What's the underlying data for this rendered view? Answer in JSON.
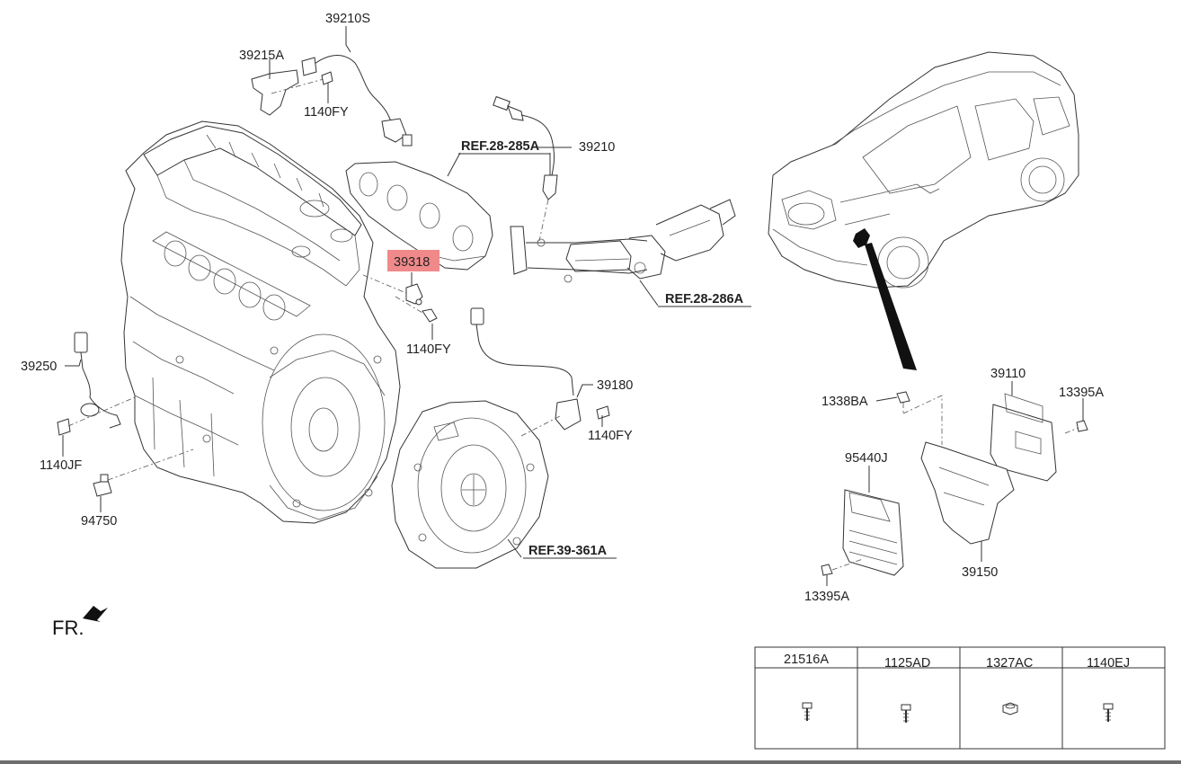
{
  "labels": {
    "p39210S": "39210S",
    "p39215A": "39215A",
    "p1140FY_a": "1140FY",
    "p39210": "39210",
    "p39318": "39318",
    "p1140FY_b": "1140FY",
    "p39250": "39250",
    "p1140JF": "1140JF",
    "p94750": "94750",
    "p39180": "39180",
    "p1140FY_c": "1140FY",
    "p1338BA": "1338BA",
    "p39110": "39110",
    "p13395A_a": "13395A",
    "p95440J": "95440J",
    "p39150": "39150",
    "p13395A_b": "13395A"
  },
  "refs": {
    "r1": "REF.28-285A",
    "r2": "REF.28-286A",
    "r3": "REF.39-361A"
  },
  "front_marker": "FR.",
  "highlight_color": "#f08a8a",
  "hardware_table": {
    "columns": [
      "21516A",
      "1125AD",
      "1327AC",
      "1140EJ"
    ]
  }
}
